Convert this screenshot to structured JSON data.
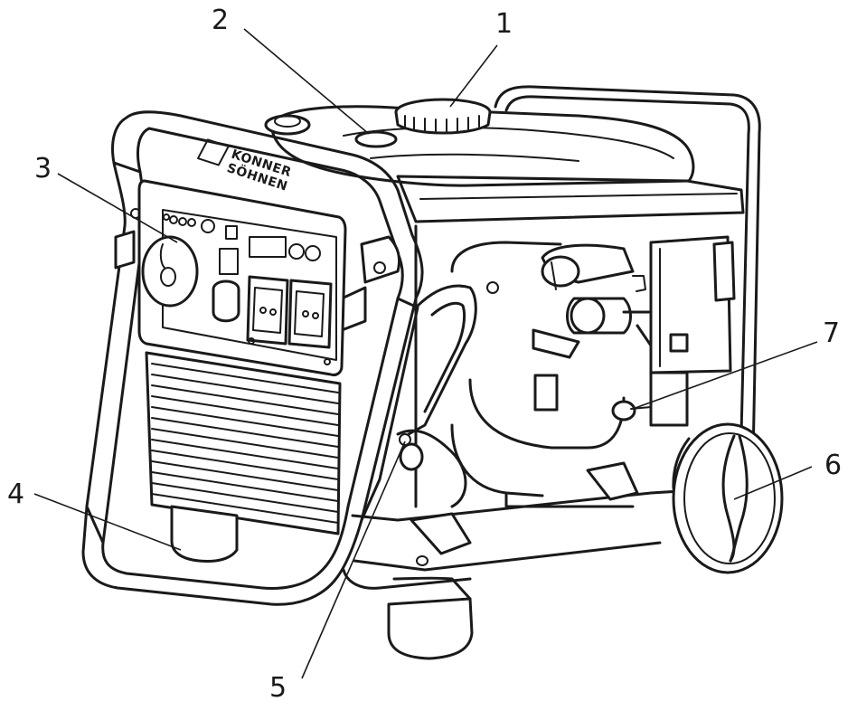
{
  "brand": {
    "line1": "KONNER",
    "line2": "SÖHNEN"
  },
  "callouts": [
    {
      "id": "1",
      "label": "1"
    },
    {
      "id": "2",
      "label": "2"
    },
    {
      "id": "3",
      "label": "3"
    },
    {
      "id": "4",
      "label": "4"
    },
    {
      "id": "5",
      "label": "5"
    },
    {
      "id": "6",
      "label": "6"
    },
    {
      "id": "7",
      "label": "7"
    }
  ]
}
